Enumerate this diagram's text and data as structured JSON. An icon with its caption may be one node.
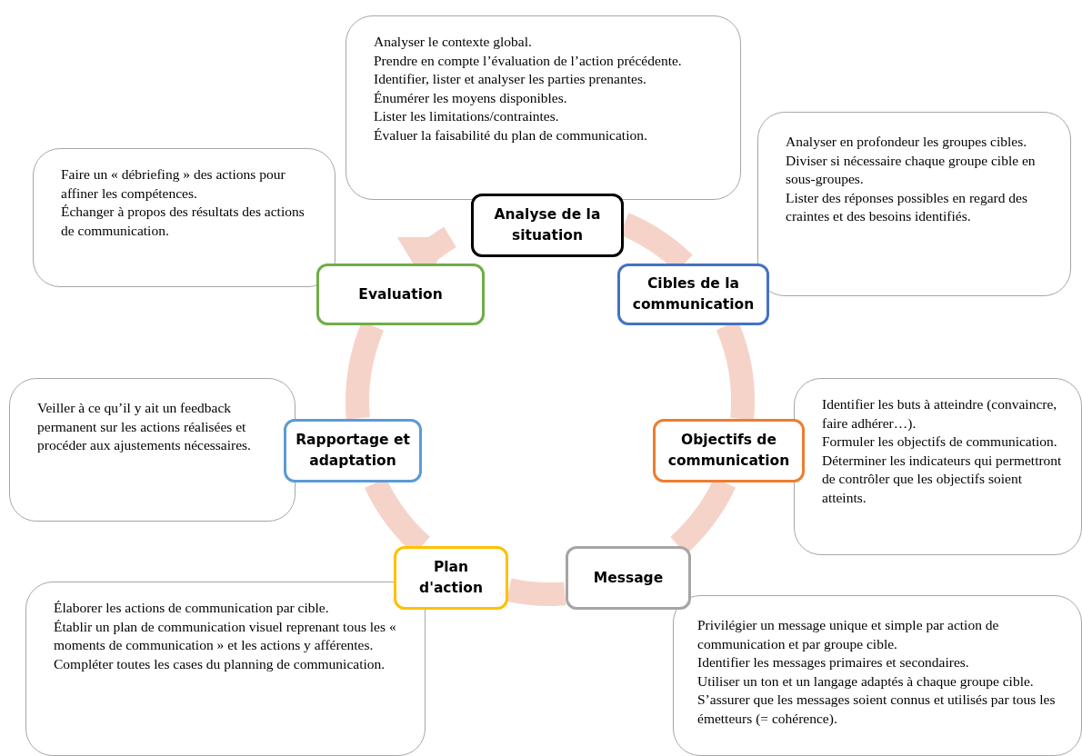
{
  "diagram": {
    "nodes": [
      {
        "text": [
          "Analyser le contexte global.",
          "Prendre en compte l’évaluation de l’action précédente.",
          "Identifier, lister et analyser les parties prenantes.",
          "Énumérer les moyens disponibles.",
          "Lister les limitations/contraintes.",
          "Évaluer la faisabilité du plan de communication."
        ]
      },
      {
        "text": [
          "Analyse de la situation"
        ]
      },
      {
        "text": [
          "Faire un « débriefing » des actions pour affiner les compétences.",
          "Échanger à propos des résultats des actions de communication."
        ]
      },
      {
        "text": [
          "Analyser en profondeur les groupes cibles.",
          "Diviser si nécessaire chaque groupe cible en sous-groupes.",
          "Lister des réponses possibles en regard des craintes et des besoins identifiés."
        ]
      },
      {
        "text": [
          "Evaluation"
        ]
      },
      {
        "text": [
          "Cibles de la communication"
        ]
      },
      {
        "text": [
          "Veiller à ce qu’il y ait un feedback permanent sur les actions réalisées et procéder aux ajustements nécessaires."
        ]
      },
      {
        "text": [
          "Identifier les buts à atteindre (convaincre, faire adhérer…).",
          "Formuler les objectifs de communication.",
          "Déterminer les indicateurs qui permettront de contrôler que les objectifs soient atteints."
        ]
      },
      {
        "text": [
          "Rapportage et adaptation"
        ]
      },
      {
        "text": [
          "Objectifs de communication"
        ]
      },
      {
        "text": [
          "Plan d'action"
        ]
      },
      {
        "text": [
          "Message"
        ]
      },
      {
        "text": [
          "Élaborer les actions de communication par cible.",
          "Établir un plan de communication visuel reprenant tous les « moments de communication » et les actions y afférentes.",
          "Compléter toutes les cases du planning de communication."
        ]
      },
      {
        "text": [
          "Privilégier un message unique et simple par action de communication et par groupe cible.",
          "Identifier les messages primaires et secondaires.",
          "Utiliser un ton et un langage adaptés à chaque groupe cible.",
          "S’assurer que les messages soient connus et utilisés par tous les émetteurs (= cohérence)."
        ]
      }
    ],
    "edges": [
      {
        "from": 1,
        "to": 5,
        "arrow": "none"
      },
      {
        "from": 5,
        "to": 9,
        "arrow": "none"
      },
      {
        "from": 9,
        "to": 11,
        "arrow": "none"
      },
      {
        "from": 11,
        "to": 10,
        "arrow": "none"
      },
      {
        "from": 10,
        "to": 8,
        "arrow": "none"
      },
      {
        "from": 8,
        "to": 4,
        "arrow": "none"
      },
      {
        "from": 4,
        "to": 1,
        "arrow": "to"
      }
    ]
  }
}
